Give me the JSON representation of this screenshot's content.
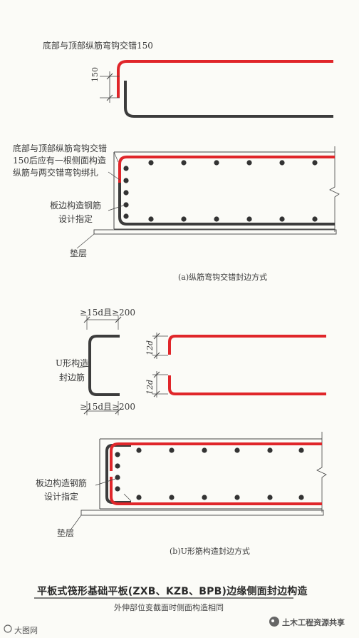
{
  "diagram_a": {
    "label_lap": "底部与顶部纵筋弯钩交错150",
    "dim_150": "150",
    "note_lines": [
      "底部与顶部纵筋弯钩交错",
      "150后应有一根侧面构造",
      "纵筋与两交错弯钩绑扎"
    ],
    "edge_bar_lines": [
      "板边构造钢筋",
      "设计指定"
    ],
    "cushion": "垫层",
    "caption": "(a)纵筋弯钩交错封边方式"
  },
  "diagram_b": {
    "top_dim": "≥15d且≥200",
    "bottom_dim": "≥15d且≥200",
    "u_bar_lines": [
      "U形构造",
      "封边筋"
    ],
    "dim_12d_top": "12d",
    "dim_12d_bottom": "12d",
    "edge_bar_lines": [
      "板边构造钢筋",
      "设计指定"
    ],
    "cushion": "垫层",
    "caption": "(b)U形筋构造封边方式"
  },
  "footer": {
    "title": "平板式筏形基础平板(ZXB、KZB、BPB)边缘侧面封边构造",
    "subtitle": "外伸部位变截面时侧面构造相同",
    "watermark_left": "大图网",
    "watermark_right": "土木工程资源共享"
  },
  "colors": {
    "rebar_red": "#e0262a",
    "rebar_dark": "#3c3c3c",
    "line": "#444444"
  }
}
